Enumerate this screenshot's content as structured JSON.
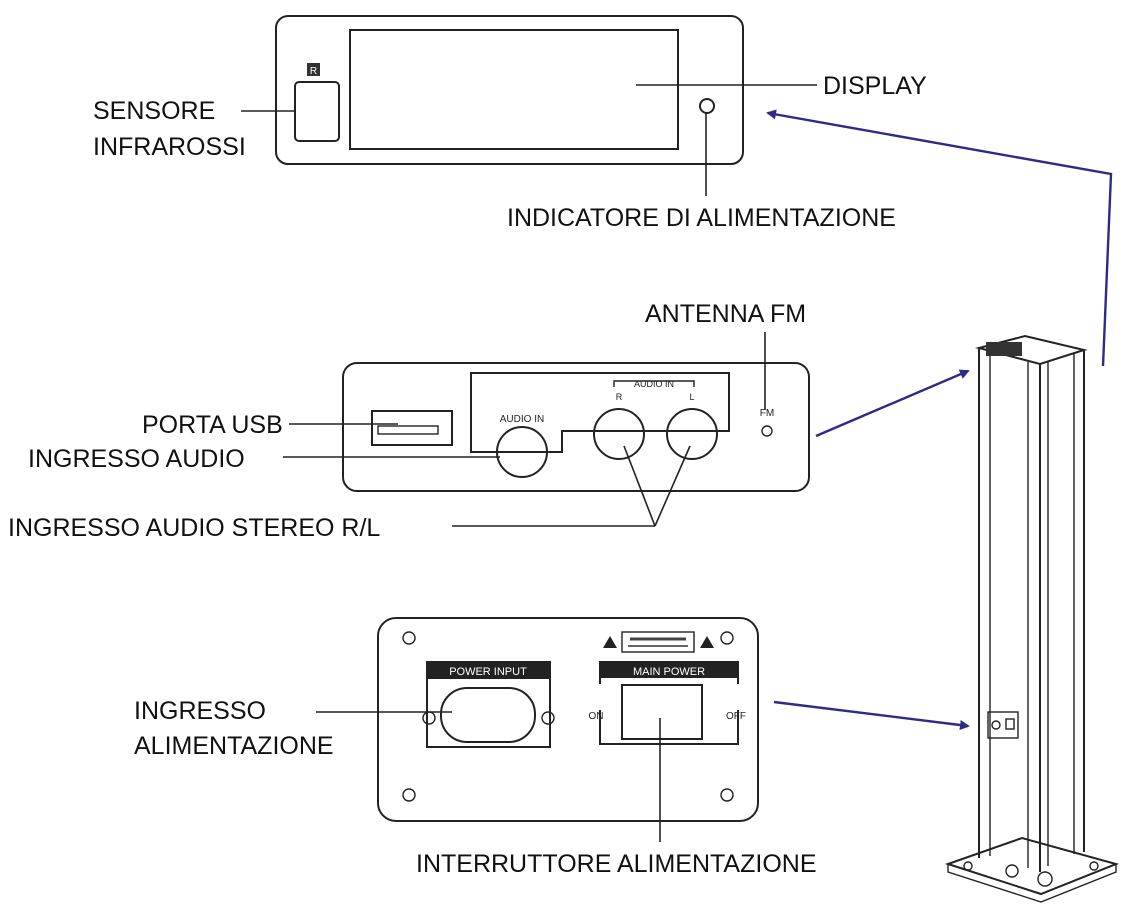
{
  "labels": {
    "sensore_1": "SENSORE",
    "sensore_2": "INFRAROSSI",
    "display": "DISPLAY",
    "indicatore": "INDICATORE DI ALIMENTAZIONE",
    "antenna": "ANTENNA FM",
    "porta_usb": "PORTA USB",
    "ingresso_audio": "INGRESSO AUDIO",
    "ingresso_stereo": "INGRESSO AUDIO STEREO R/L",
    "ingresso_alim_1": "INGRESSO",
    "ingresso_alim_2": "ALIMENTAZIONE",
    "interruttore": "INTERRUTTORE ALIMENTAZIONE"
  },
  "panel_text": {
    "ir_badge": "R",
    "audio_in": "AUDIO IN",
    "audio_in_group": "AUDIO IN",
    "r": "R",
    "l": "L",
    "fm": "FM",
    "power_input": "POWER INPUT",
    "main_power": "MAIN POWER",
    "on": "ON",
    "off": "OFF"
  },
  "colors": {
    "arrow": "#2e2a86",
    "line": "#222222"
  }
}
